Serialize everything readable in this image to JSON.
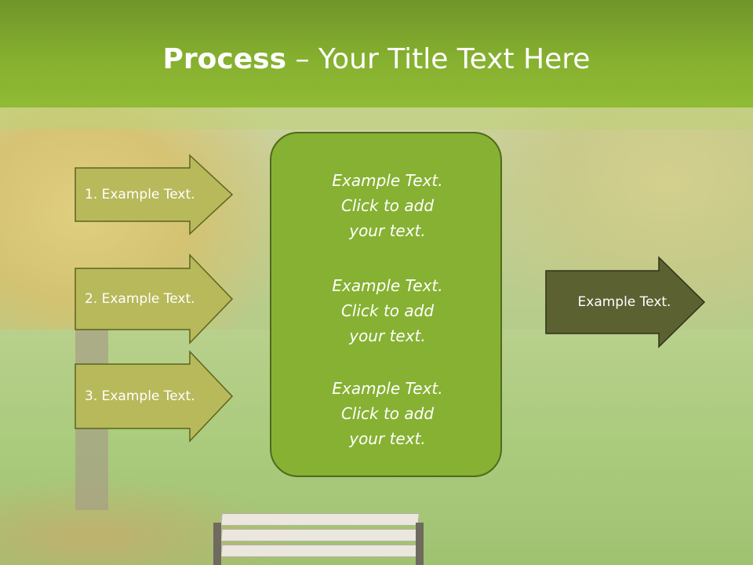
{
  "title": {
    "bold": "Process",
    "rest": " – Your Title Text Here"
  },
  "steps": [
    {
      "label": "1. Example Text."
    },
    {
      "label": "2. Example Text."
    },
    {
      "label": "3. Example Text."
    }
  ],
  "center": {
    "paragraphs": [
      {
        "line1": "Example Text.",
        "line2": "Click  to add",
        "line3": "your text."
      },
      {
        "line1": "Example Text.",
        "line2": "Click  to add",
        "line3": "your text."
      },
      {
        "line1": "Example Text.",
        "line2": "Click  to add",
        "line3": "your text."
      }
    ]
  },
  "result": {
    "label": "Example Text."
  },
  "colors": {
    "header_green": "#86b02f",
    "step_arrow_fill": "#b8b95a",
    "step_arrow_border": "#5b651e",
    "center_fill": "#86b132",
    "result_fill": "#5c6132"
  }
}
